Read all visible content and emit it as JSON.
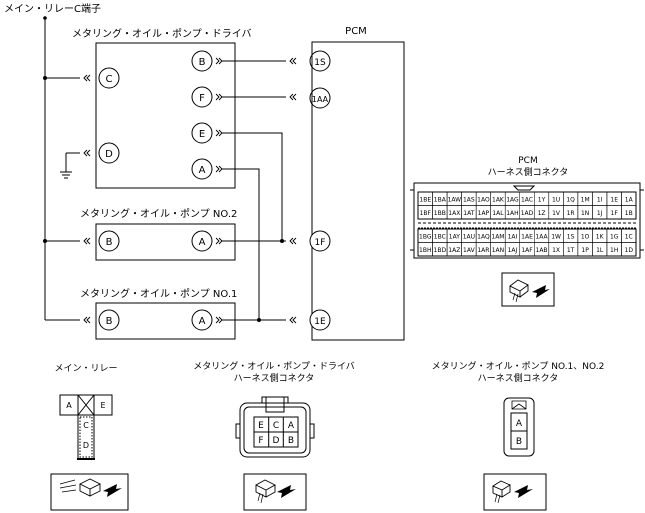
{
  "labels": {
    "main_relay_c": "メイン・リレーC端子",
    "driver": "メタリング・オイル・ポンプ・ドライバ",
    "pcm": "PCM",
    "pump_no2": "メタリング・オイル・ポンプ NO.2",
    "pump_no1": "メタリング・オイル・ポンプ NO.1"
  },
  "driver_terminals": {
    "c": "C",
    "d": "D",
    "b": "B",
    "f": "F",
    "e": "E",
    "a": "A"
  },
  "pcm_terminals": {
    "t1s": "1S",
    "t1aa": "1AA",
    "t1f": "1F",
    "t1e": "1E"
  },
  "pump_no2_terminals": {
    "b": "B",
    "a": "A"
  },
  "pump_no1_terminals": {
    "b": "B",
    "a": "A"
  },
  "pcm_connector": {
    "title_line1": "PCM",
    "title_line2": "ハーネス側コネクタ",
    "row1": [
      "1BE",
      "1BA",
      "1AW",
      "1AS",
      "1AO",
      "1AK",
      "1AG",
      "1AC",
      "1Y",
      "1U",
      "1Q",
      "1M",
      "1I",
      "1E",
      "1A"
    ],
    "row2": [
      "1BF",
      "1BB",
      "1AX",
      "1AT",
      "1AP",
      "1AL",
      "1AH",
      "1AD",
      "1Z",
      "1V",
      "1R",
      "1N",
      "1J",
      "1F",
      "1B"
    ],
    "row3": [
      "1BG",
      "1BC",
      "1AY",
      "1AU",
      "1AQ",
      "1AM",
      "1AI",
      "1AE",
      "1AA",
      "1W",
      "1S",
      "1O",
      "1K",
      "1G",
      "1C"
    ],
    "row4": [
      "1BH",
      "1BD",
      "1AZ",
      "1AV",
      "1AR",
      "1AN",
      "1AJ",
      "1AF",
      "1AB",
      "1X",
      "1T",
      "1P",
      "1L",
      "1H",
      "1D"
    ]
  },
  "main_relay_connector": {
    "title": "メイン・リレー",
    "left": "A",
    "right": "E",
    "mid": "C",
    "bottom": "D"
  },
  "driver_connector": {
    "title_line1": "メタリング・オイル・ポンプ・ドライバ",
    "title_line2": "ハーネス側コネクタ",
    "top": [
      "E",
      "C",
      "A"
    ],
    "bottom": [
      "F",
      "D",
      "B"
    ]
  },
  "pump_connector": {
    "title_line1": "メタリング・オイル・ポンプ NO.1、NO.2",
    "title_line2": "ハーネス側コネクタ",
    "top": "A",
    "bottom": "B"
  }
}
